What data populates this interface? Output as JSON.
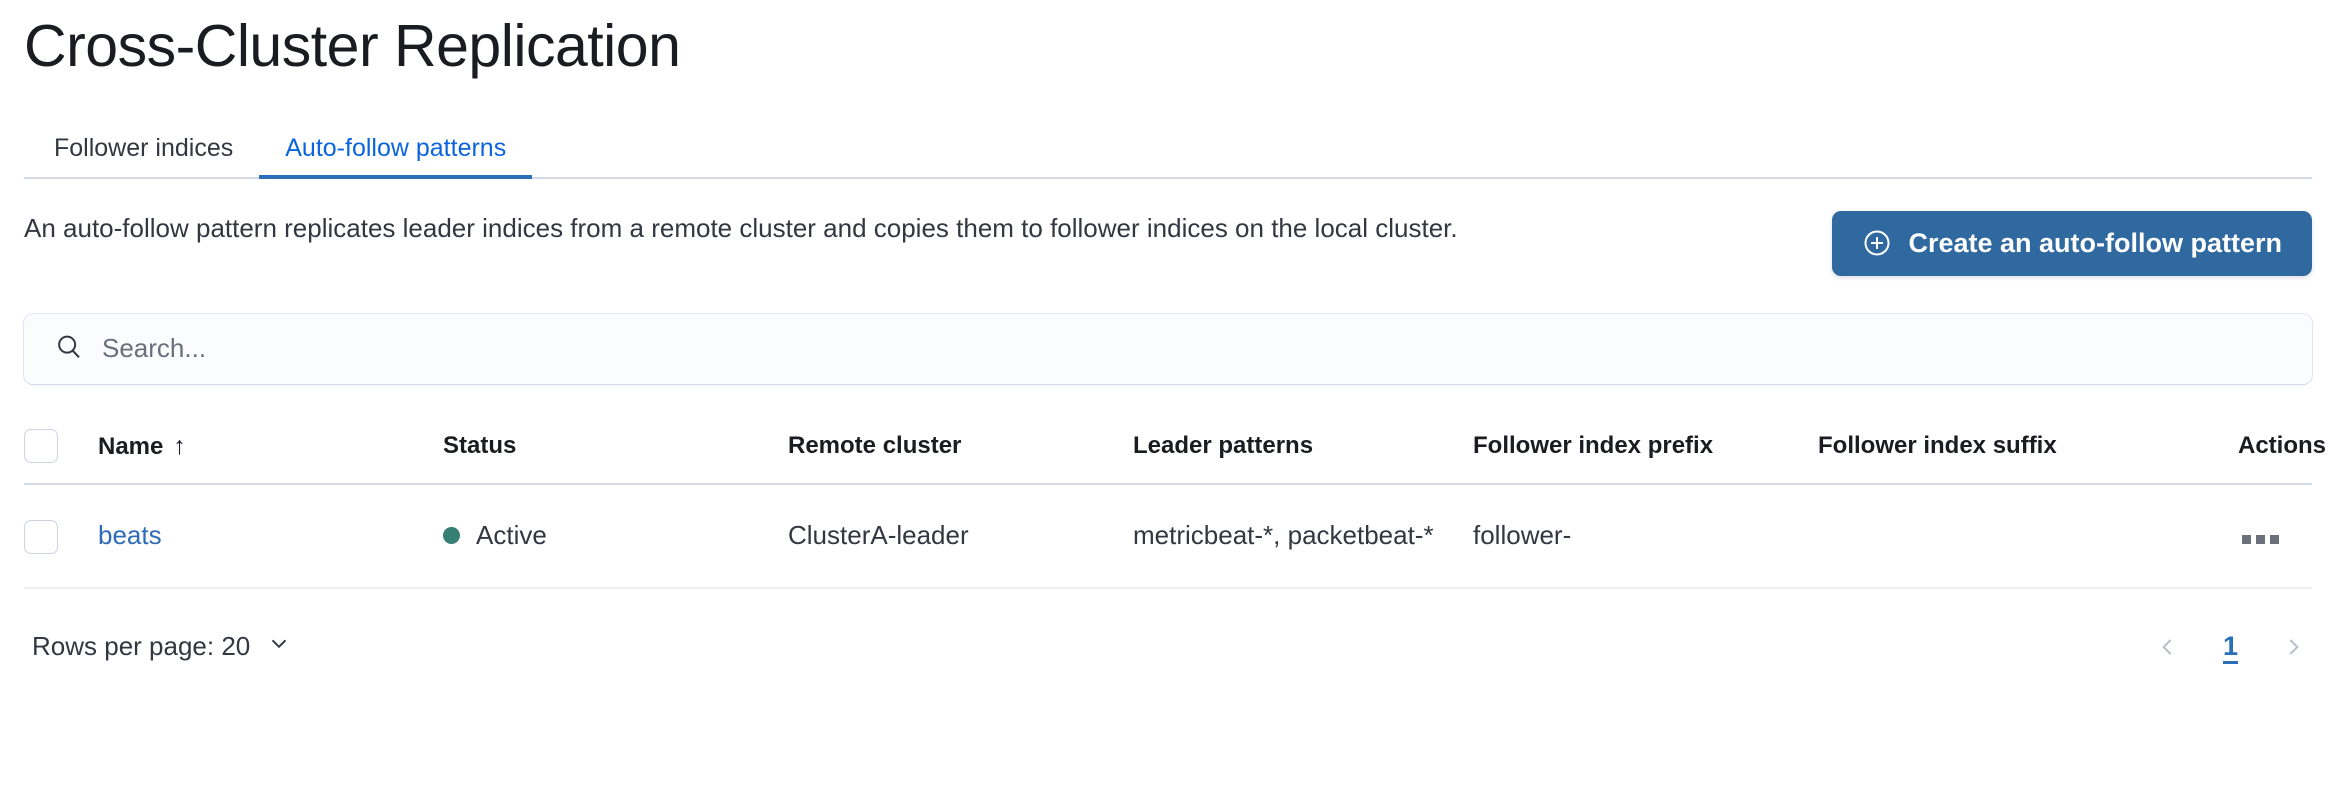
{
  "header": {
    "title": "Cross-Cluster Replication"
  },
  "tabs": [
    {
      "label": "Follower indices",
      "active": false
    },
    {
      "label": "Auto-follow patterns",
      "active": true
    }
  ],
  "intro": {
    "description": "An auto-follow pattern replicates leader indices from a remote cluster and copies them to follower indices on the local cluster.",
    "create_button_label": "Create an auto-follow pattern",
    "create_button_icon": "plus-in-circle-icon",
    "create_button_color": "#30699f"
  },
  "search": {
    "value": "",
    "placeholder": "Search...",
    "icon": "search-icon"
  },
  "table": {
    "columns": [
      "Name",
      "Status",
      "Remote cluster",
      "Leader patterns",
      "Follower index prefix",
      "Follower index suffix",
      "Actions"
    ],
    "sorted_column": "Name",
    "sort_direction": "ascending",
    "sort_icon": "↑",
    "rows": [
      {
        "name": "beats",
        "status": "Active",
        "status_color": "#357f73",
        "remote_cluster": "ClusterA-leader",
        "leader_patterns": "metricbeat-*, packetbeat-*",
        "follower_index_prefix": "follower-",
        "follower_index_suffix": "",
        "actions_icon": "more-horizontal-icon"
      }
    ]
  },
  "footer": {
    "rows_per_page_label": "Rows per page: 20",
    "rows_per_page_icon": "chevron-down-icon",
    "prev_icon": "chevron-left-icon",
    "next_icon": "chevron-right-icon",
    "current_page": "1"
  }
}
